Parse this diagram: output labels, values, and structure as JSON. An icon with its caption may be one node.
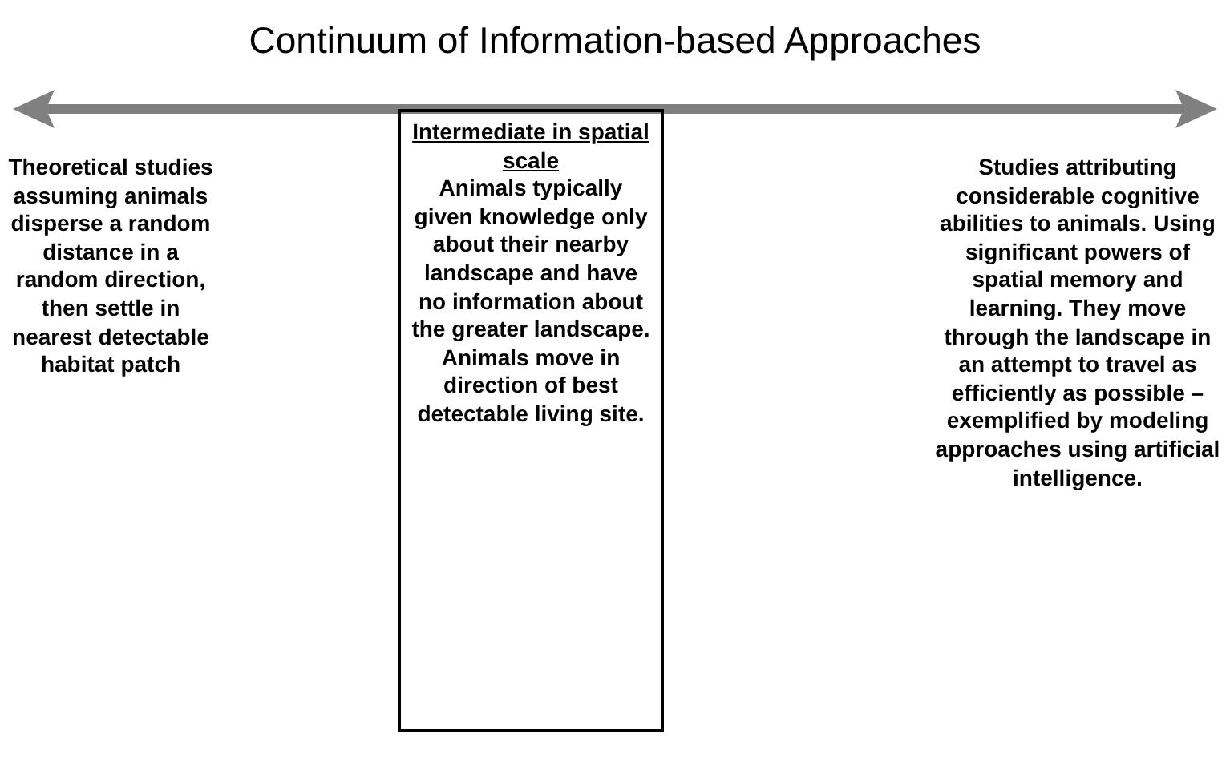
{
  "diagram": {
    "title": "Continuum of Information-based Approaches",
    "nodes": [
      {
        "text": [
          "Intermediate in spatial scale",
          "Animals typically given knowledge only about their nearby landscape and have no information about the greater landscape. Animals move in direction of best detectable living site."
        ]
      }
    ],
    "labels": [
      "Theoretical studies assuming animals disperse a random distance in a random direction, then settle in nearest detectable habitat patch",
      "Studies attributing considerable cognitive abilities to animals. Using significant powers of spatial memory and learning. They move through the landscape in an attempt to travel as efficiently as possible – exemplified by modeling approaches using artificial intelligence."
    ]
  }
}
